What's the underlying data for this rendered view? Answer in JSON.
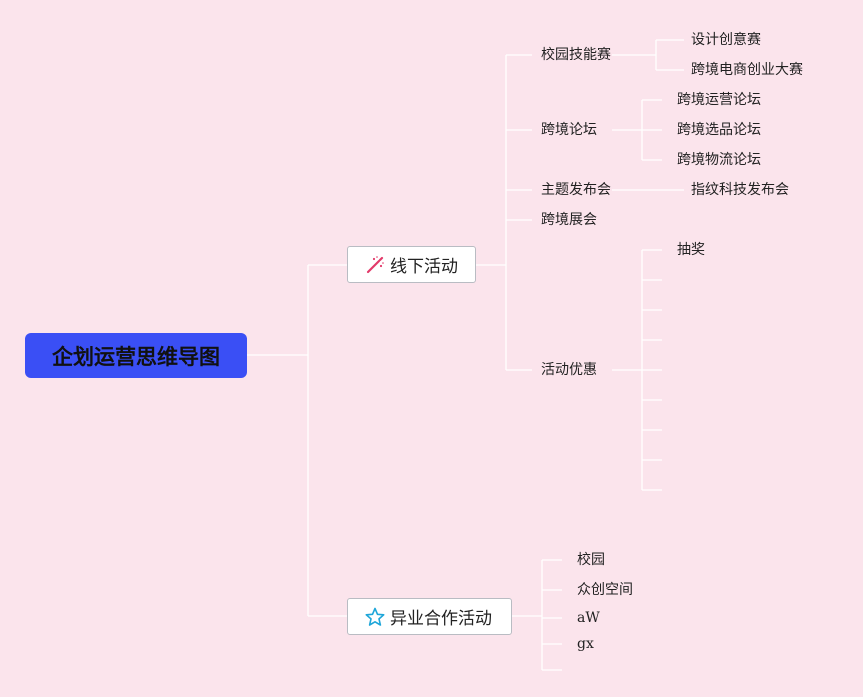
{
  "root": {
    "label": "企划运营思维导图"
  },
  "branches": {
    "offline": {
      "label": "线下活动",
      "icon": "magic-wand-icon",
      "children": {
        "campus_contest": {
          "label": "校园技能赛",
          "items": [
            "设计创意赛",
            "跨境电商创业大赛"
          ]
        },
        "forum": {
          "label": "跨境论坛",
          "items": [
            "跨境运营论坛",
            "跨境选品论坛",
            "跨境物流论坛"
          ]
        },
        "launch": {
          "label": "主题发布会",
          "items": [
            "指纹科技发布会"
          ]
        },
        "expo": {
          "label": "跨境展会"
        },
        "promo": {
          "label": "活动优惠",
          "items": [
            "抽奖",
            "",
            "",
            "",
            "",
            "",
            "",
            "",
            ""
          ]
        }
      }
    },
    "partner": {
      "label": "异业合作活动",
      "icon": "star-icon",
      "items": [
        "校园",
        "众创空间",
        "aW",
        "gx",
        ""
      ]
    }
  },
  "colors": {
    "background": "#fbe4ec",
    "root_fill": "#3a4ff5",
    "connector": "#ffffff",
    "wand": "#e23a6a",
    "star": "#1ea6d9"
  }
}
